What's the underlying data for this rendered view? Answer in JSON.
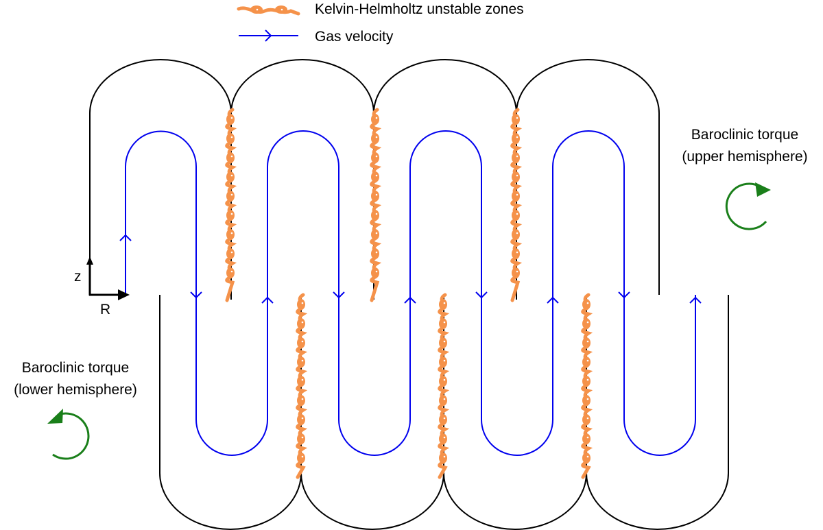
{
  "legend": {
    "items": [
      {
        "label": "Kelvin-Helmholtz unstable zones",
        "icon": "kh-spiral-icon"
      },
      {
        "label": "Gas velocity",
        "icon": "arrow-right-icon"
      }
    ]
  },
  "axes": {
    "z_label": "z",
    "r_label": "R"
  },
  "annotations": {
    "upper": {
      "line1": "Baroclinic torque",
      "line2": "(upper hemisphere)",
      "rotation": "clockwise"
    },
    "lower": {
      "line1": "Baroclinic torque",
      "line2": "(lower hemisphere)",
      "rotation": "counterclockwise"
    }
  },
  "colors": {
    "boundary": "#000000",
    "velocity": "#0000ee",
    "kh": "#f5924a",
    "torque": "#1a7f1a"
  }
}
